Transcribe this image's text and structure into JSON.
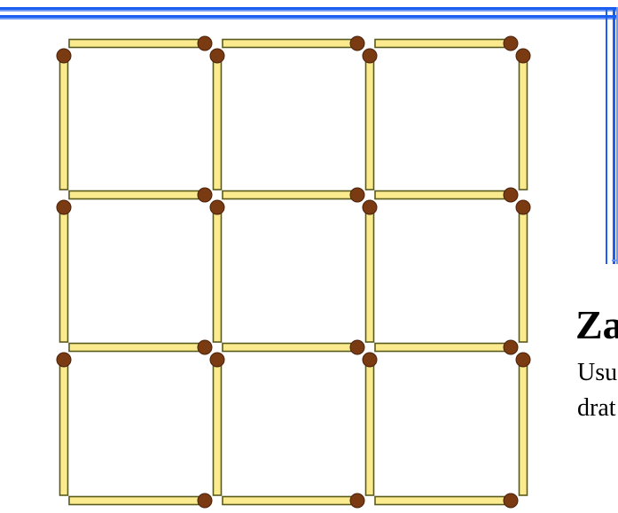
{
  "colors": {
    "rule_blue": "#1c5ef2",
    "rule_blue_light": "#6f9bf7",
    "match_fill": "#fbeb8e",
    "match_outline": "#5a5a1e",
    "match_head": "#7a3a12",
    "match_head_outline": "#4a220a"
  },
  "puzzle": {
    "type": "matchstick-grid",
    "rows": 3,
    "cols": 3,
    "matches_per_side": 1,
    "total_matches": 24
  },
  "task": {
    "heading": "Za",
    "line1": "Usu",
    "line2": "drat"
  }
}
